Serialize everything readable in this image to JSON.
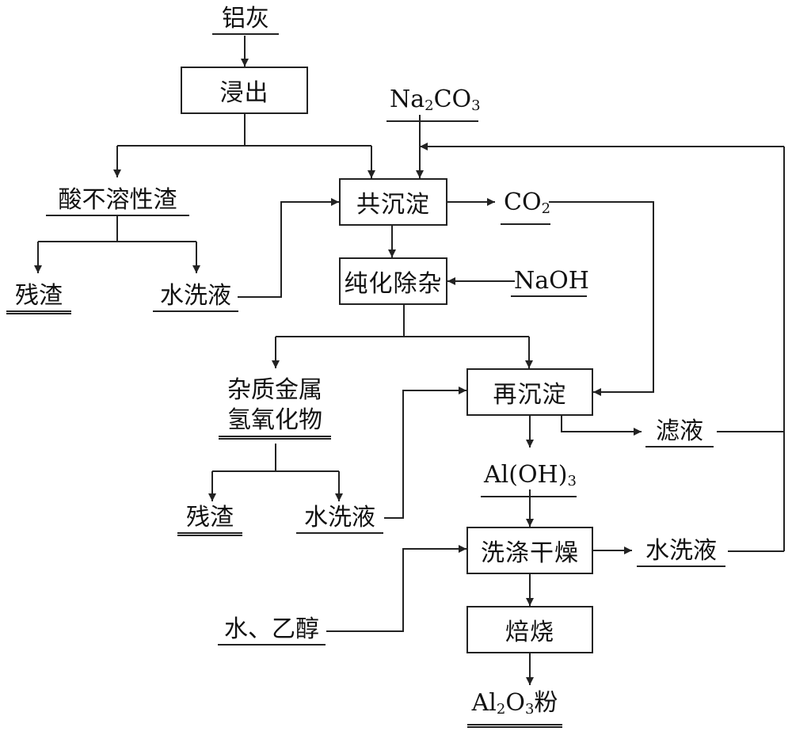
{
  "title": "铝灰制备氧化铝粉工艺流程",
  "colors": {
    "line": "#222222",
    "background": "#ffffff"
  },
  "nodes": {
    "raw_material": "铝灰",
    "leaching": "浸出",
    "acid_insoluble_residue": "酸不溶性渣",
    "residue_1": "残渣",
    "wash_liquid_1": "水洗液",
    "sodium_carbonate": {
      "main": "Na",
      "sub1": "2",
      "mid": "CO",
      "sub2": "3"
    },
    "coprecipitation": "共沉淀",
    "co2": {
      "main": "CO",
      "sub": "2"
    },
    "purification": "纯化除杂",
    "naoh": "NaOH",
    "impurity_hydroxide_line1": "杂质金属",
    "impurity_hydroxide_line2": "氢氧化物",
    "residue_2": "残渣",
    "wash_liquid_2": "水洗液",
    "reprecipitation": "再沉淀",
    "filtrate": "滤液",
    "aluminum_hydroxide": {
      "main": "Al(OH)",
      "sub": "3"
    },
    "wash_dry": "洗涤干燥",
    "wash_liquid_3": "水洗液",
    "water_ethanol": "水、乙醇",
    "calcination": "焙烧",
    "product": {
      "a": "Al",
      "s1": "2",
      "b": "O",
      "s2": "3",
      "c": "粉"
    }
  }
}
